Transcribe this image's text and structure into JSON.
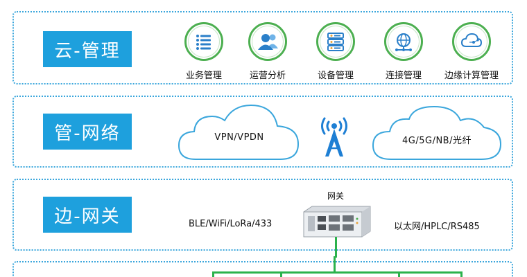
{
  "tiers": {
    "cloud": "云-管理",
    "pipe": "管-网络",
    "edge": "边-网关"
  },
  "cloud_services": [
    {
      "label": "业务管理",
      "icon": "list-icon"
    },
    {
      "label": "运营分析",
      "icon": "users-icon"
    },
    {
      "label": "设备管理",
      "icon": "server-icon"
    },
    {
      "label": "连接管理",
      "icon": "globe-network-icon"
    },
    {
      "label": "边缘计算管理",
      "icon": "cloud-node-icon"
    }
  ],
  "network": {
    "left_cloud": "VPN/VPDN",
    "right_cloud": "4G/5G/NB/光纤",
    "icon": "signal-tower-icon"
  },
  "edge": {
    "gateway_label": "网关",
    "left_protocols": "BLE/WiFi/LoRa/433",
    "right_protocols": "以太网/HPLC/RS485",
    "icon": "gateway-device-icon"
  },
  "colors": {
    "border": "#3aa6dc",
    "label_bg": "#1ea0dd",
    "icon_green": "#4caf50",
    "icon_blue": "#2a7fc9",
    "line_green": "#2bb24c"
  }
}
